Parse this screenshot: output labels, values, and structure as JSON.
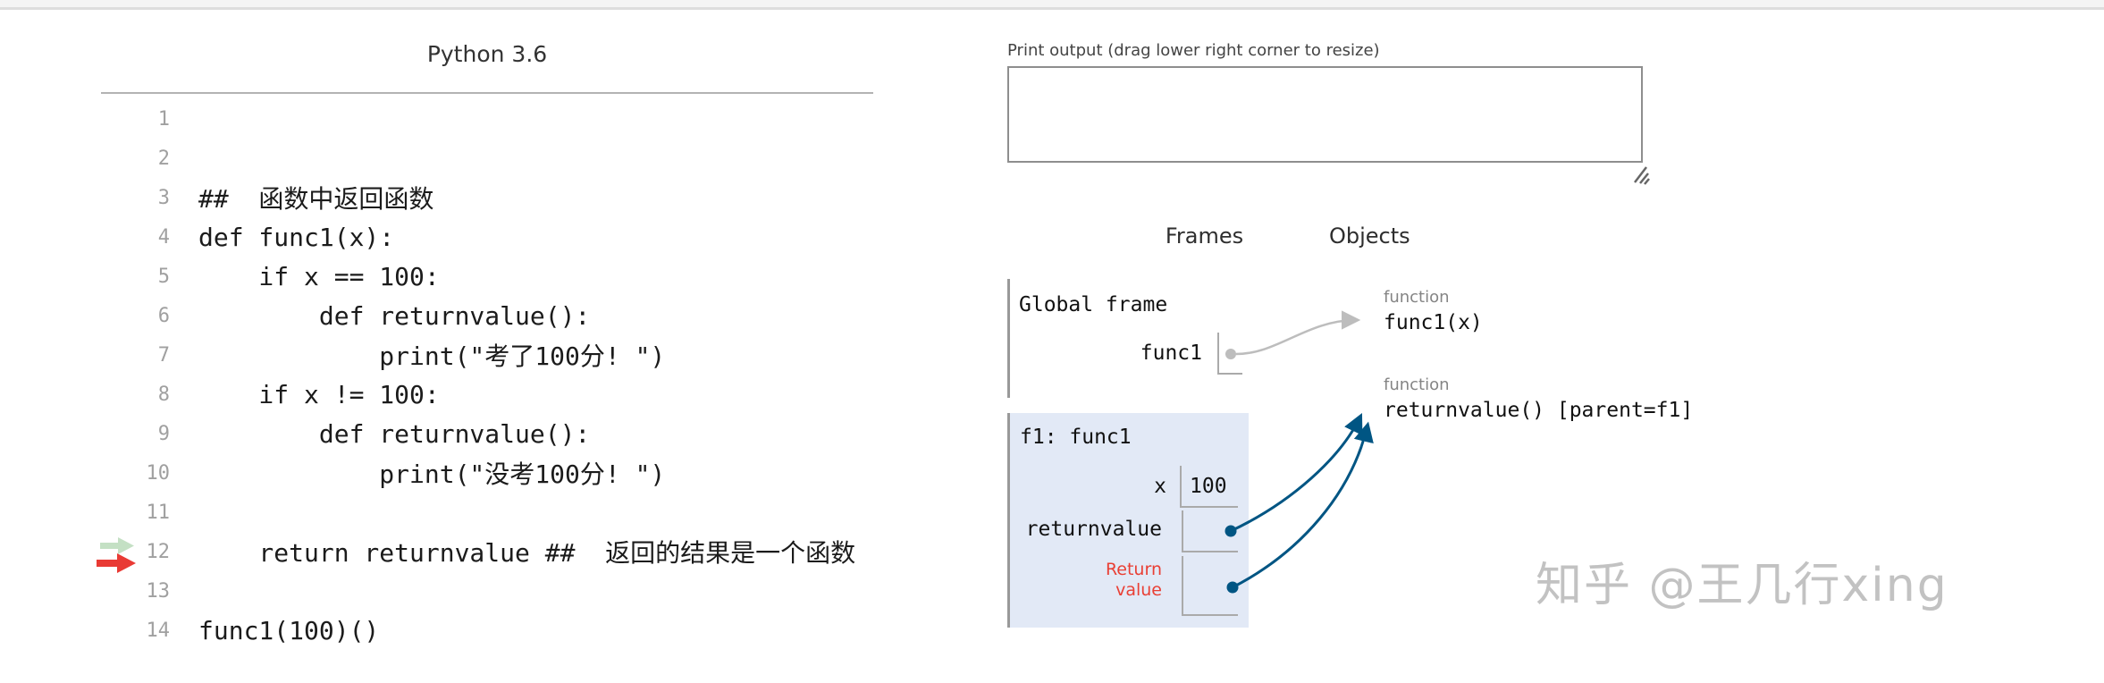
{
  "code_panel": {
    "title": "Python 3.6",
    "current_line": 12,
    "lines": [
      {
        "n": "1",
        "c": ""
      },
      {
        "n": "2",
        "c": ""
      },
      {
        "n": "3",
        "c": "##  函数中返回函数"
      },
      {
        "n": "4",
        "c": "def func1(x):"
      },
      {
        "n": "5",
        "c": "    if x == 100:"
      },
      {
        "n": "6",
        "c": "        def returnvalue():"
      },
      {
        "n": "7",
        "c": "            print(\"考了100分! \")"
      },
      {
        "n": "8",
        "c": "    if x != 100:"
      },
      {
        "n": "9",
        "c": "        def returnvalue():"
      },
      {
        "n": "10",
        "c": "            print(\"没考100分! \")"
      },
      {
        "n": "11",
        "c": ""
      },
      {
        "n": "12",
        "c": "    return returnvalue ##  返回的结果是一个函数"
      },
      {
        "n": "13",
        "c": ""
      },
      {
        "n": "14",
        "c": "func1(100)()"
      }
    ]
  },
  "output_panel": {
    "label": "Print output (drag lower right corner to resize)",
    "value": ""
  },
  "visualizer": {
    "frames_header": "Frames",
    "objects_header": "Objects",
    "global_frame": {
      "label": "Global frame",
      "variables": [
        {
          "name": "func1",
          "points_to": "function func1(x)"
        }
      ]
    },
    "f1_frame": {
      "label": "f1: func1",
      "x_name": "x",
      "x_value": "100",
      "returnvalue_name": "returnvalue",
      "return_label": "Return\nvalue",
      "returnvalue_points_to": "function returnvalue() [parent=f1]"
    },
    "objects": [
      {
        "type_label": "function",
        "repr": "func1(x)"
      },
      {
        "type_label": "function",
        "repr": "returnvalue() [parent=f1]"
      }
    ]
  },
  "watermark": "知乎 @王几行xing",
  "colors": {
    "pointer_blue": "#005583",
    "pointer_gray": "#bdbdbd",
    "exec_arrow_red": "#e93a34",
    "prev_arrow_green": "#c4e0c4",
    "return_label_red": "#e93f34",
    "frame_highlight_bg": "#e2e9f6",
    "cell_border": "#aaaaaa",
    "frame_left_border": "#999999",
    "watermark_gray": "#c2c2c2"
  }
}
